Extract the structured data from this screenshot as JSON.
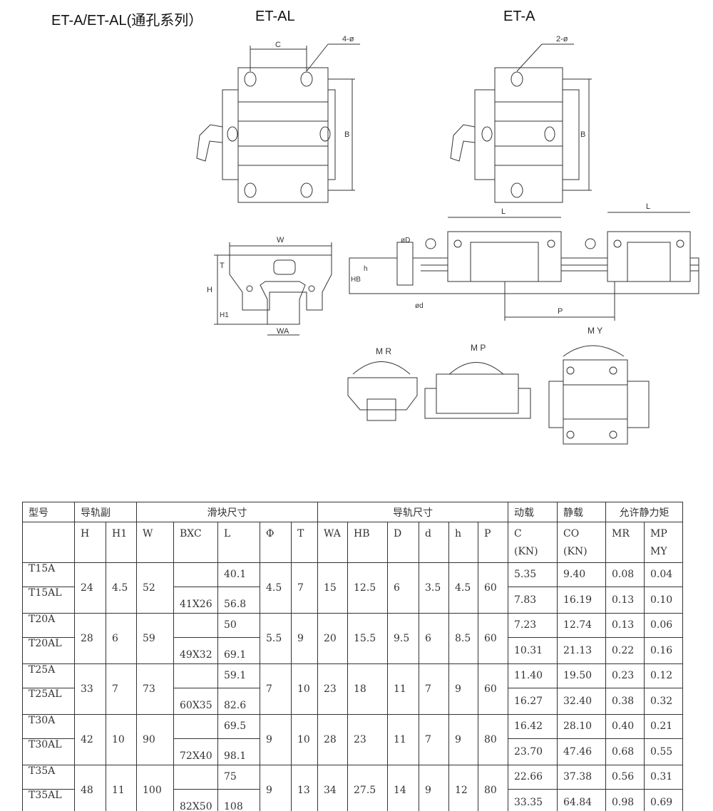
{
  "titles": {
    "series": "ET-A/ET-AL(通孔系列）",
    "al": "ET-AL",
    "a": "ET-A"
  },
  "drawing_labels": {
    "c": "C",
    "holes_al": "4-ø",
    "b_al": "B",
    "holes_a": "2-ø",
    "b_a": "B",
    "l1": "L",
    "l2": "L",
    "w": "W",
    "t": "T",
    "h": "H",
    "h1": "H1",
    "wa": "WA",
    "od": "øD",
    "hb": "HB",
    "hh": "h",
    "dd": "ød",
    "p": "P",
    "mr": "M R",
    "mp": "M P",
    "my": "M Y"
  },
  "table": {
    "group_headers": [
      "型号",
      "导轨副",
      "滑块尺寸",
      "导轨尺寸",
      "动载",
      "静载",
      "允许静力矩"
    ],
    "columns": [
      "H",
      "H1",
      "W",
      "BXC",
      "L",
      "Φ",
      "T",
      "WA",
      "HB",
      "D",
      "d",
      "h",
      "P"
    ],
    "c_header": [
      "C",
      "(KN)"
    ],
    "c0_header": [
      "CO",
      "(KN)"
    ],
    "mr_header": "MR",
    "mp_header": [
      "MP",
      "MY"
    ],
    "groups": [
      {
        "models": [
          "T15A",
          "T15AL"
        ],
        "H": "24",
        "H1": "4.5",
        "W": "52",
        "BXC": "41X26",
        "L": [
          "40.1",
          "56.8"
        ],
        "phi": "4.5",
        "T": "7",
        "WA": "15",
        "HB": "12.5",
        "D": "6",
        "d": "3.5",
        "h": "4.5",
        "P": "60",
        "C": [
          "5.35",
          "7.83"
        ],
        "C0": [
          "9.40",
          "16.19"
        ],
        "MR": [
          "0.08",
          "0.13"
        ],
        "MP": [
          "0.04",
          "0.10"
        ]
      },
      {
        "models": [
          "T20A",
          "T20AL"
        ],
        "H": "28",
        "H1": "6",
        "W": "59",
        "BXC": "49X32",
        "L": [
          "50",
          "69.1"
        ],
        "phi": "5.5",
        "T": "9",
        "WA": "20",
        "HB": "15.5",
        "D": "9.5",
        "d": "6",
        "h": "8.5",
        "P": "60",
        "C": [
          "7.23",
          "10.31"
        ],
        "C0": [
          "12.74",
          "21.13"
        ],
        "MR": [
          "0.13",
          "0.22"
        ],
        "MP": [
          "0.06",
          "0.16"
        ]
      },
      {
        "models": [
          "T25A",
          "T25AL"
        ],
        "H": "33",
        "H1": "7",
        "W": "73",
        "BXC": "60X35",
        "L": [
          "59.1",
          "82.6"
        ],
        "phi": "7",
        "T": "10",
        "WA": "23",
        "HB": "18",
        "D": "11",
        "d": "7",
        "h": "9",
        "P": "60",
        "C": [
          "11.40",
          "16.27"
        ],
        "C0": [
          "19.50",
          "32.40"
        ],
        "MR": [
          "0.23",
          "0.38"
        ],
        "MP": [
          "0.12",
          "0.32"
        ]
      },
      {
        "models": [
          "T30A",
          "T30AL"
        ],
        "H": "42",
        "H1": "10",
        "W": "90",
        "BXC": "72X40",
        "L": [
          "69.5",
          "98.1"
        ],
        "phi": "9",
        "T": "10",
        "WA": "28",
        "HB": "23",
        "D": "11",
        "d": "7",
        "h": "9",
        "P": "80",
        "C": [
          "16.42",
          "23.70"
        ],
        "C0": [
          "28.10",
          "47.46"
        ],
        "MR": [
          "0.40",
          "0.68"
        ],
        "MP": [
          "0.21",
          "0.55"
        ]
      },
      {
        "models": [
          "T35A",
          "T35AL"
        ],
        "H": "48",
        "H1": "11",
        "W": "100",
        "BXC": "82X50",
        "L": [
          "75",
          "108"
        ],
        "phi": "9",
        "T": "13",
        "WA": "34",
        "HB": "27.5",
        "D": "14",
        "d": "9",
        "h": "12",
        "P": "80",
        "C": [
          "22.66",
          "33.35"
        ],
        "C0": [
          "37.38",
          "64.84"
        ],
        "MR": [
          "0.56",
          "0.98"
        ],
        "MP": [
          "0.31",
          "0.69"
        ]
      }
    ]
  }
}
